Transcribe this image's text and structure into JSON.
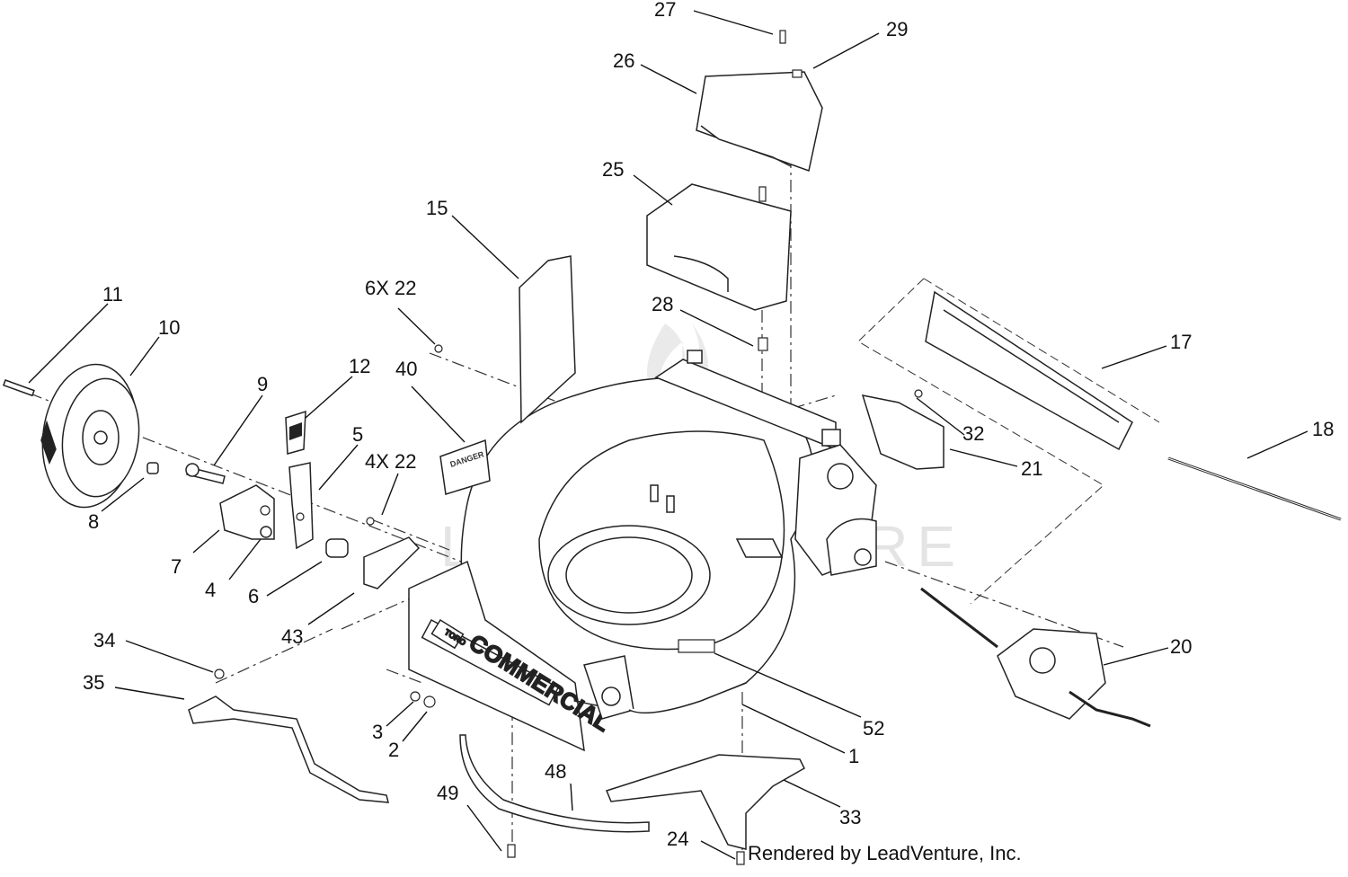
{
  "diagram": {
    "callouts": [
      {
        "id": "c27",
        "label": "27"
      },
      {
        "id": "c29",
        "label": "29"
      },
      {
        "id": "c26",
        "label": "26"
      },
      {
        "id": "c25",
        "label": "25"
      },
      {
        "id": "c15",
        "label": "15"
      },
      {
        "id": "c6x22",
        "label": "6X 22"
      },
      {
        "id": "c28",
        "label": "28"
      },
      {
        "id": "c11",
        "label": "11"
      },
      {
        "id": "c10",
        "label": "10"
      },
      {
        "id": "c9",
        "label": "9"
      },
      {
        "id": "c12",
        "label": "12"
      },
      {
        "id": "c40",
        "label": "40"
      },
      {
        "id": "c5",
        "label": "5"
      },
      {
        "id": "c4x22",
        "label": "4X 22"
      },
      {
        "id": "c8",
        "label": "8"
      },
      {
        "id": "c7",
        "label": "7"
      },
      {
        "id": "c4",
        "label": "4"
      },
      {
        "id": "c6",
        "label": "6"
      },
      {
        "id": "c43",
        "label": "43"
      },
      {
        "id": "c17",
        "label": "17"
      },
      {
        "id": "c18",
        "label": "18"
      },
      {
        "id": "c32",
        "label": "32"
      },
      {
        "id": "c21",
        "label": "21"
      },
      {
        "id": "c20",
        "label": "20"
      },
      {
        "id": "c34",
        "label": "34"
      },
      {
        "id": "c35",
        "label": "35"
      },
      {
        "id": "c3",
        "label": "3"
      },
      {
        "id": "c2",
        "label": "2"
      },
      {
        "id": "c52",
        "label": "52"
      },
      {
        "id": "c1",
        "label": "1"
      },
      {
        "id": "c48",
        "label": "48"
      },
      {
        "id": "c49",
        "label": "49"
      },
      {
        "id": "c33",
        "label": "33"
      },
      {
        "id": "c24",
        "label": "24"
      }
    ],
    "decals": {
      "commercial": "COMMERCIAL",
      "toro_logo": "TORO",
      "danger": "DANGER"
    },
    "watermark": "LEADVENTURE",
    "footer": "Rendered by LeadVenture, Inc."
  }
}
